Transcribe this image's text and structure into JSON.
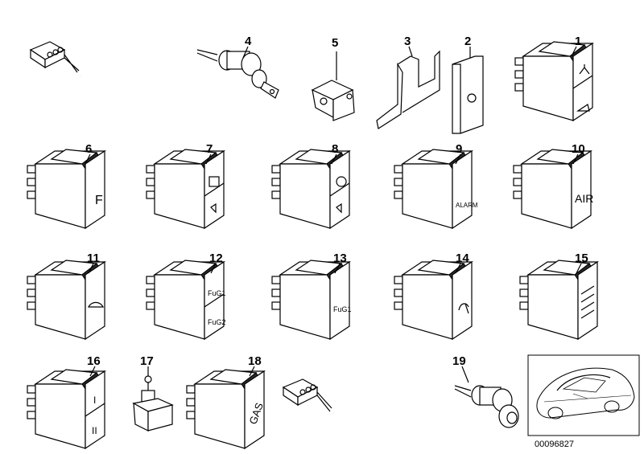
{
  "diagram": {
    "callouts": {
      "n1": "1",
      "n2": "2",
      "n3": "3",
      "n4": "4",
      "n5": "5",
      "n6": "6",
      "n7": "7",
      "n8": "8",
      "n9": "9",
      "n10": "10",
      "n11": "11",
      "n12": "12",
      "n13": "13",
      "n14": "14",
      "n15": "15",
      "n16": "16",
      "n17": "17",
      "n18": "18",
      "n19": "19"
    },
    "panel_labels": {
      "f": "F",
      "air": "AIR",
      "alarm": "ALARM",
      "fug1_a": "FuG1",
      "fug2": "FuG2",
      "fug1_b": "FuG1",
      "roman1": "I",
      "roman2": "II",
      "gas": "GAS"
    },
    "part_number": "00096827"
  }
}
